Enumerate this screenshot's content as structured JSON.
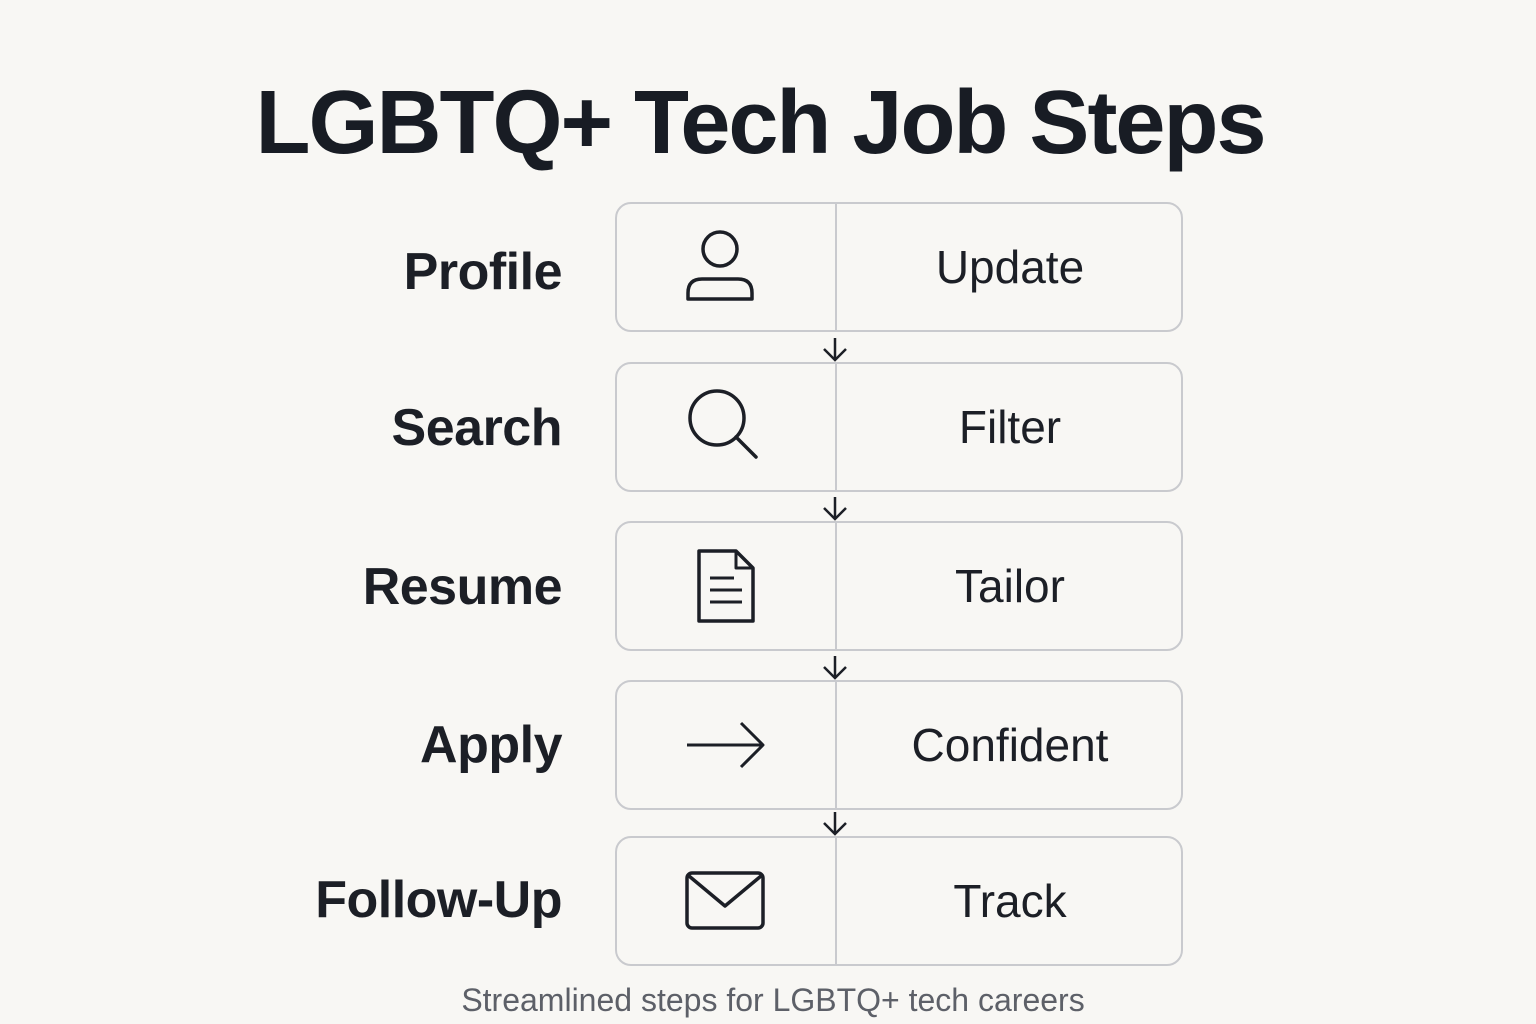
{
  "title": "LGBTQ+ Tech Job Steps",
  "caption": "Streamlined steps for LGBTQ+ tech careers",
  "steps": [
    {
      "label": "Profile",
      "icon": "person-icon",
      "action": "Update"
    },
    {
      "label": "Search",
      "icon": "magnifier-icon",
      "action": "Filter"
    },
    {
      "label": "Resume",
      "icon": "document-icon",
      "action": "Tailor"
    },
    {
      "label": "Apply",
      "icon": "arrow-right-icon",
      "action": "Confident"
    },
    {
      "label": "Follow-Up",
      "icon": "envelope-icon",
      "action": "Track"
    }
  ],
  "colors": {
    "background": "#f8f7f4",
    "text": "#1c1f26",
    "border": "#c9cace",
    "caption": "#5d6068"
  }
}
